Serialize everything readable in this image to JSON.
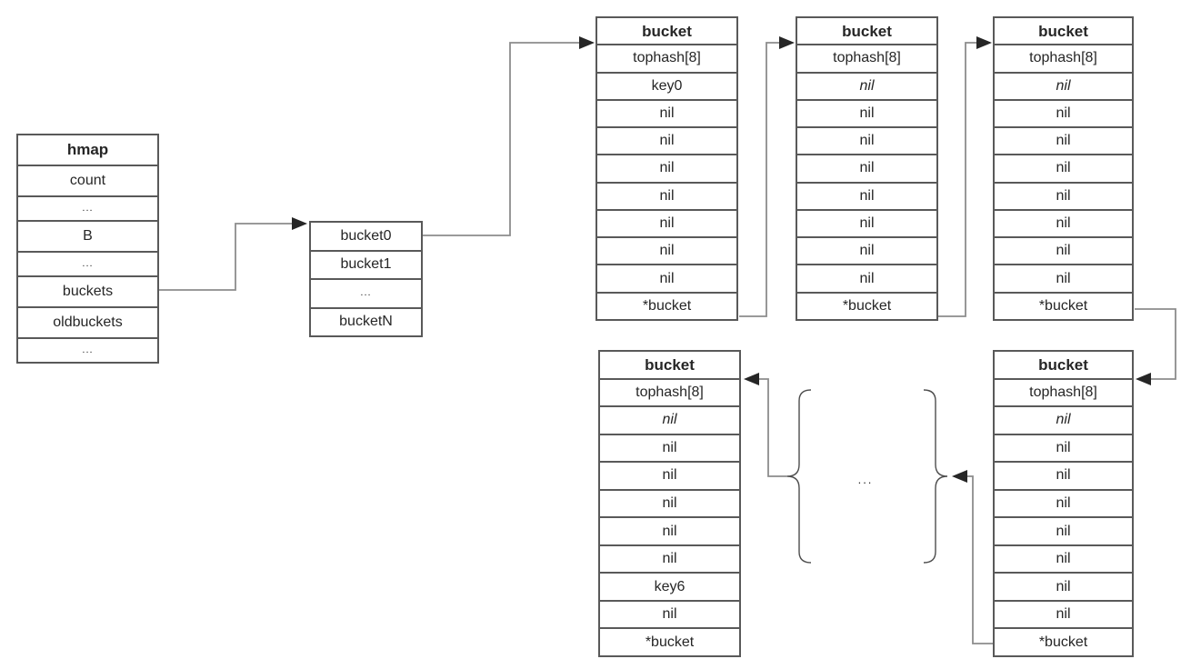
{
  "title": "Go hmap bucket overflow chain diagram",
  "colors": {
    "background": "#ffffff",
    "border": "#595959",
    "line": "#8c8c8c",
    "arrowhead": "#262626",
    "brace": "#4d4d4d",
    "text": "#262626"
  },
  "labels": {
    "ellipsis": "..."
  },
  "tables": {
    "hmap": {
      "rows": [
        {
          "label": "hmap",
          "style": "header"
        },
        {
          "label": "count"
        },
        {
          "label": "...",
          "style": "dots"
        },
        {
          "label": "B"
        },
        {
          "label": "...",
          "style": "dots"
        },
        {
          "label": "buckets"
        },
        {
          "label": "oldbuckets"
        },
        {
          "label": "...",
          "style": "dots"
        }
      ]
    },
    "bucket_array": {
      "rows": [
        {
          "label": "bucket0"
        },
        {
          "label": "bucket1"
        },
        {
          "label": "...",
          "style": "dots"
        },
        {
          "label": "bucketN"
        }
      ]
    },
    "bucket_chain_1": {
      "rows": [
        {
          "label": "bucket",
          "style": "header"
        },
        {
          "label": "tophash[8]"
        },
        {
          "label": "key0"
        },
        {
          "label": "nil"
        },
        {
          "label": "nil"
        },
        {
          "label": "nil"
        },
        {
          "label": "nil"
        },
        {
          "label": "nil"
        },
        {
          "label": "nil"
        },
        {
          "label": "nil"
        },
        {
          "label": "*bucket"
        }
      ]
    },
    "bucket_chain_2": {
      "rows": [
        {
          "label": "bucket",
          "style": "header"
        },
        {
          "label": "tophash[8]"
        },
        {
          "label": "nil",
          "style": "italic"
        },
        {
          "label": "nil"
        },
        {
          "label": "nil"
        },
        {
          "label": "nil"
        },
        {
          "label": "nil"
        },
        {
          "label": "nil"
        },
        {
          "label": "nil"
        },
        {
          "label": "nil"
        },
        {
          "label": "*bucket"
        }
      ]
    },
    "bucket_chain_3": {
      "rows": [
        {
          "label": "bucket",
          "style": "header"
        },
        {
          "label": "tophash[8]"
        },
        {
          "label": "nil",
          "style": "italic"
        },
        {
          "label": "nil"
        },
        {
          "label": "nil"
        },
        {
          "label": "nil"
        },
        {
          "label": "nil"
        },
        {
          "label": "nil"
        },
        {
          "label": "nil"
        },
        {
          "label": "nil"
        },
        {
          "label": "*bucket"
        }
      ]
    },
    "bucket_chain_4": {
      "rows": [
        {
          "label": "bucket",
          "style": "header"
        },
        {
          "label": "tophash[8]"
        },
        {
          "label": "nil",
          "style": "italic"
        },
        {
          "label": "nil"
        },
        {
          "label": "nil"
        },
        {
          "label": "nil"
        },
        {
          "label": "nil"
        },
        {
          "label": "nil"
        },
        {
          "label": "nil"
        },
        {
          "label": "nil"
        },
        {
          "label": "*bucket"
        }
      ]
    },
    "bucket_chain_last": {
      "rows": [
        {
          "label": "bucket",
          "style": "header"
        },
        {
          "label": "tophash[8]"
        },
        {
          "label": "nil",
          "style": "italic"
        },
        {
          "label": "nil"
        },
        {
          "label": "nil"
        },
        {
          "label": "nil"
        },
        {
          "label": "nil"
        },
        {
          "label": "nil"
        },
        {
          "label": "key6"
        },
        {
          "label": "nil"
        },
        {
          "label": "*bucket"
        }
      ]
    }
  },
  "connections": [
    {
      "from": "hmap.buckets",
      "to": "bucket_array.bucket0"
    },
    {
      "from": "bucket_array.bucket0",
      "to": "bucket_chain_1"
    },
    {
      "from": "bucket_chain_1.*bucket",
      "to": "bucket_chain_2"
    },
    {
      "from": "bucket_chain_2.*bucket",
      "to": "bucket_chain_3"
    },
    {
      "from": "bucket_chain_3.*bucket",
      "to": "bucket_chain_4"
    },
    {
      "from": "bucket_chain_4.*bucket",
      "to": "ellipsis-group"
    },
    {
      "from": "ellipsis-group",
      "to": "bucket_chain_last"
    }
  ]
}
